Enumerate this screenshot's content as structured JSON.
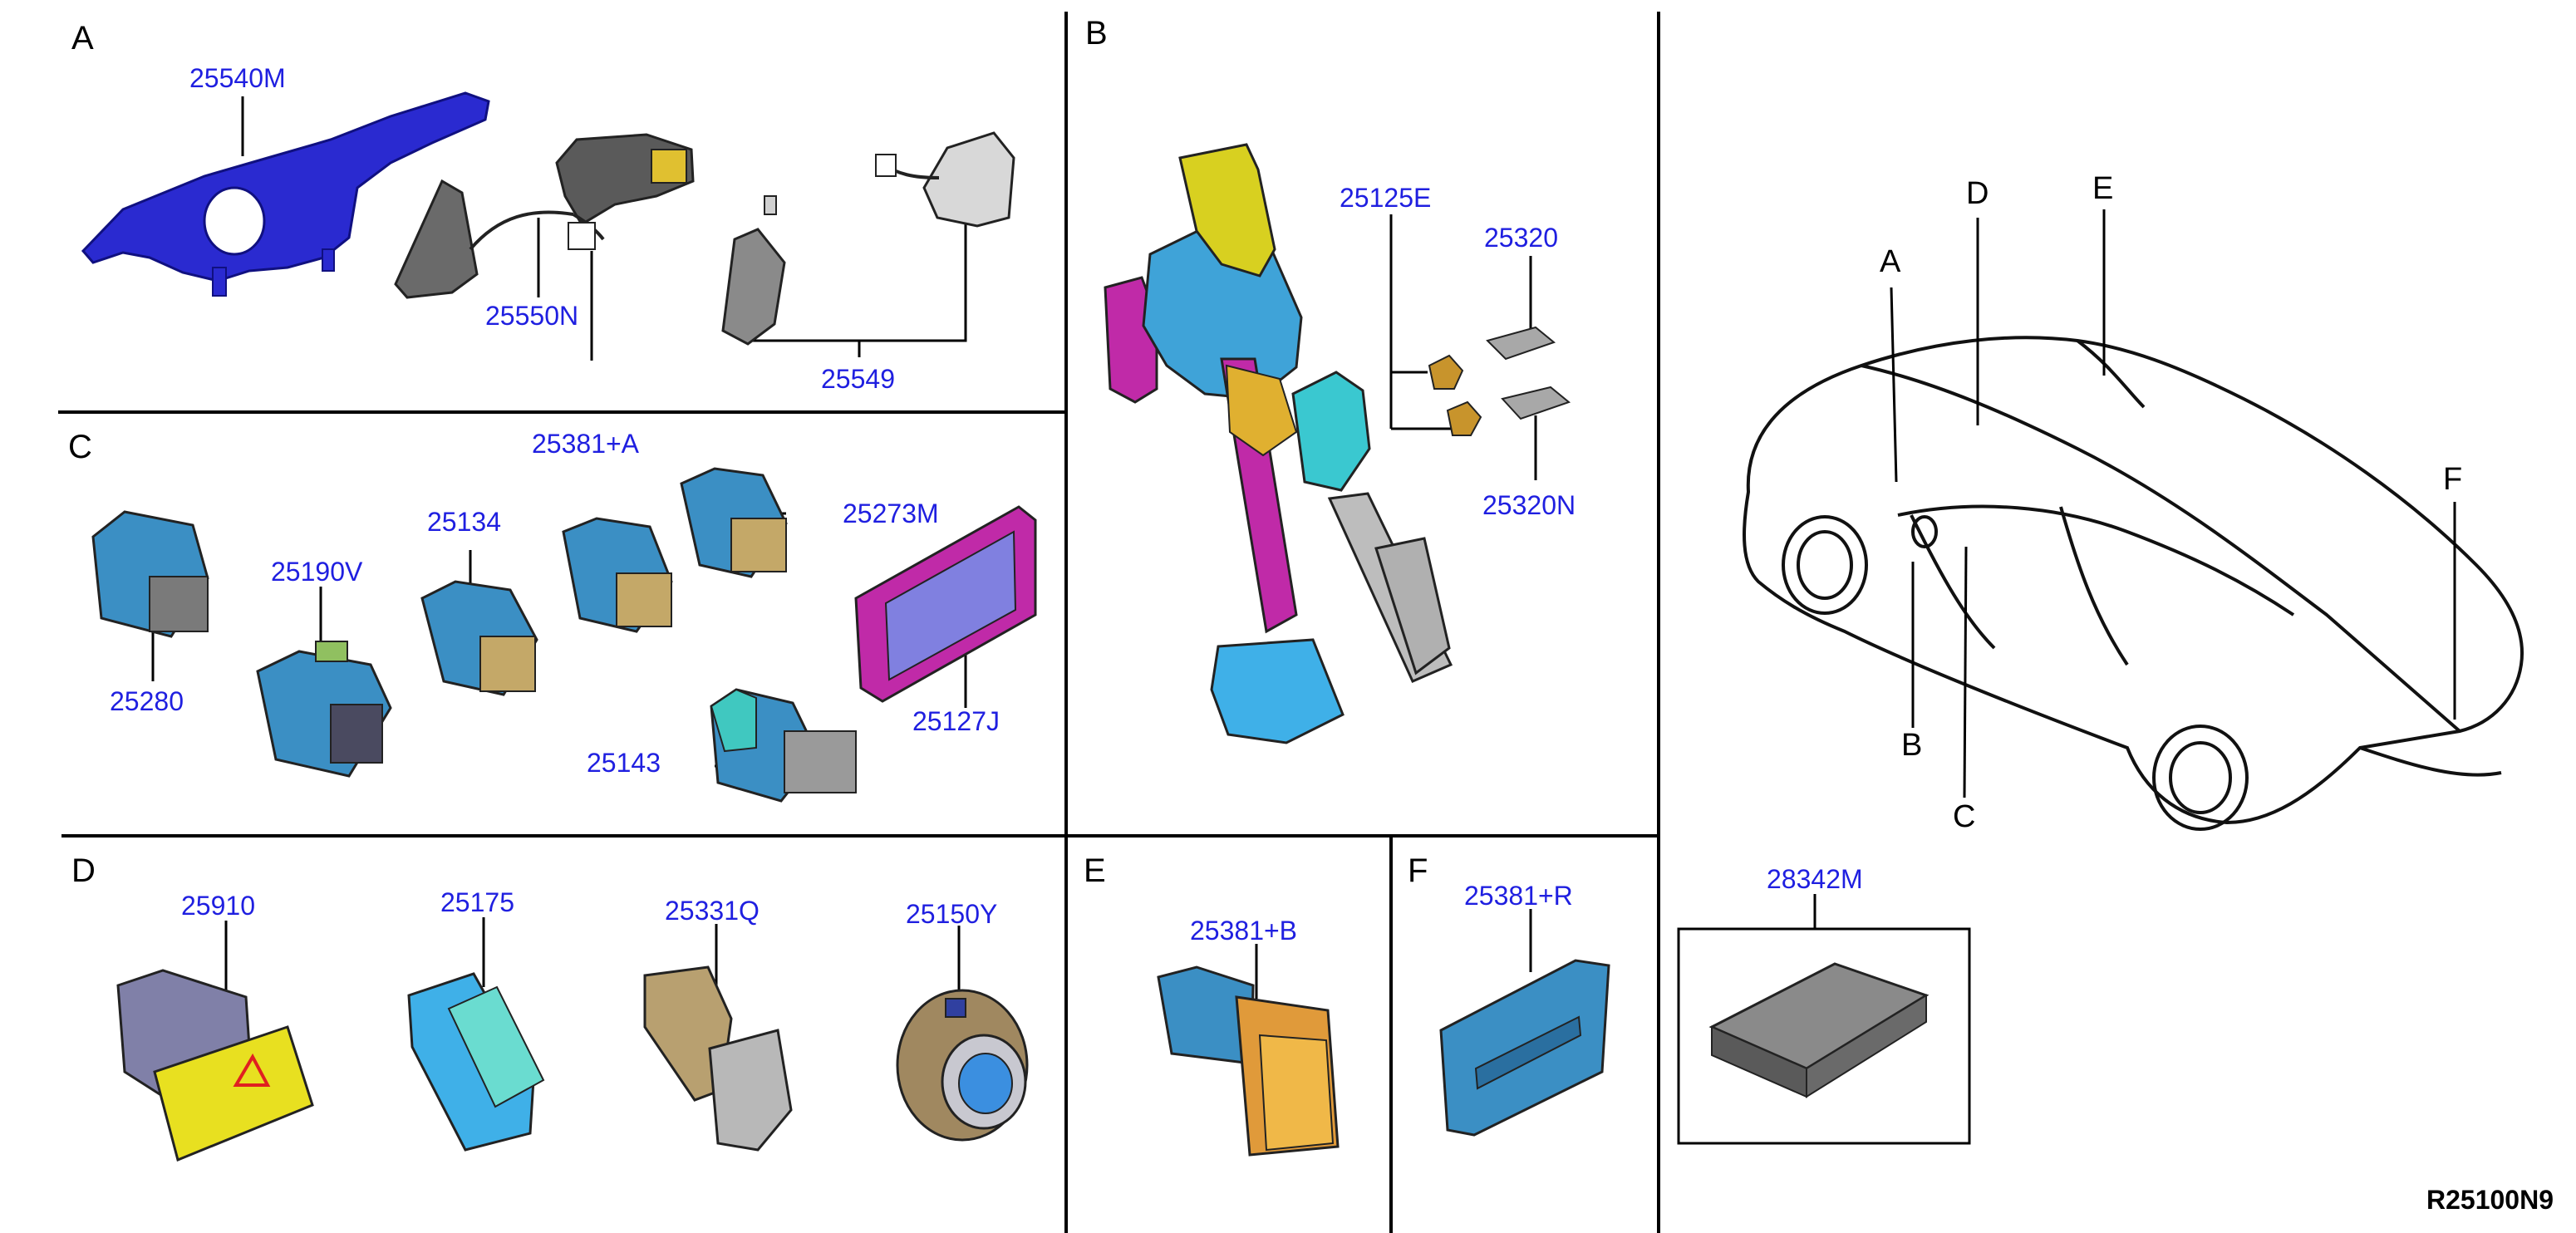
{
  "sections": {
    "a": "A",
    "b": "B",
    "c": "C",
    "d": "D",
    "e": "E",
    "f": "F"
  },
  "parts": {
    "p25540m": "25540M",
    "p25550n": "25550N",
    "p25549": "25549",
    "p25125e": "25125E",
    "p25320": "25320",
    "p25320n": "25320N",
    "p25381a": "25381+A",
    "p25273m": "25273M",
    "p25134": "25134",
    "p25190v": "25190V",
    "p25280": "25280",
    "p25127j": "25127J",
    "p25143": "25143",
    "p25910": "25910",
    "p25175": "25175",
    "p25331q": "25331Q",
    "p25150y": "25150Y",
    "p25381b": "25381+B",
    "p25381r": "25381+R",
    "p28342m": "28342M"
  },
  "vehicle_callouts": {
    "a": "A",
    "b": "B",
    "c": "C",
    "d": "D",
    "e": "E",
    "f": "F"
  },
  "diagram_code": "R25100N9",
  "colors": {
    "label_blue": "#1f1fe0",
    "switch_blue": "#3b8fc4",
    "combo_switch": "#2a2ad0",
    "pedal_magenta": "#c02aa8",
    "hazard_yellow": "#e8e020"
  }
}
